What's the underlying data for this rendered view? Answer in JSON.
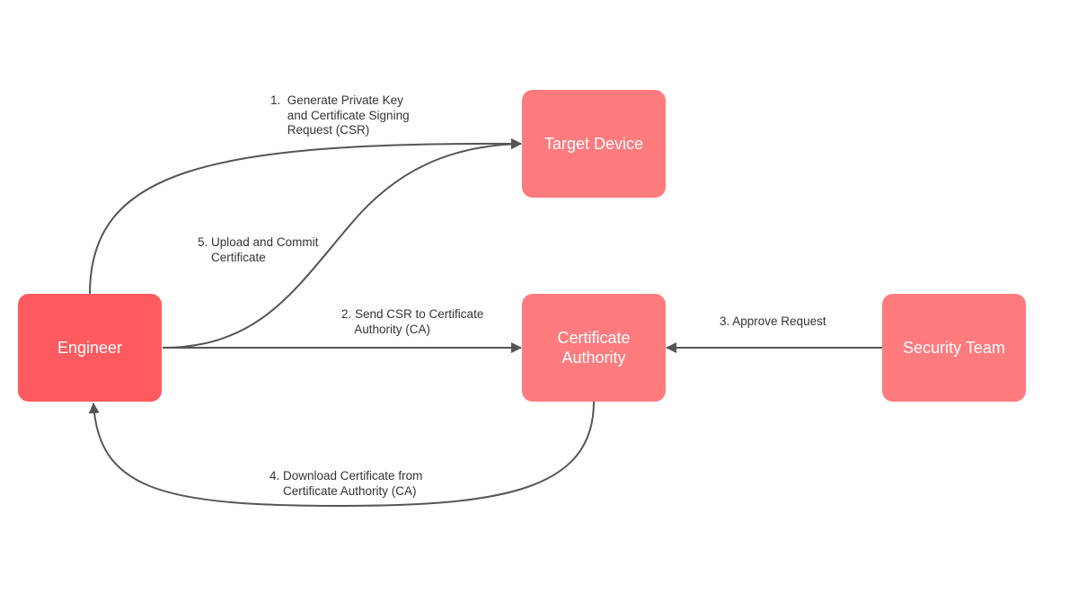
{
  "colors": {
    "engineer_fill": "#ff5a5f",
    "node_fill": "#ff7b7e",
    "node_text": "#ffffff",
    "edge": "#555555",
    "label_text": "#333333",
    "background": "#ffffff"
  },
  "nodes": {
    "engineer": "Engineer",
    "target_device": "Target Device",
    "certificate_authority": "Certificate\nAuthority",
    "security_team": "Security Team"
  },
  "edges": {
    "step1": "1.  Generate Private Key\n     and Certificate Signing\n     Request (CSR)",
    "step2": "2. Send CSR to Certificate\n    Authority (CA)",
    "step3": "3. Approve Request",
    "step4": "4. Download Certificate from\n    Certificate Authority (CA)",
    "step5": "5. Upload and Commit\n    Certificate"
  }
}
